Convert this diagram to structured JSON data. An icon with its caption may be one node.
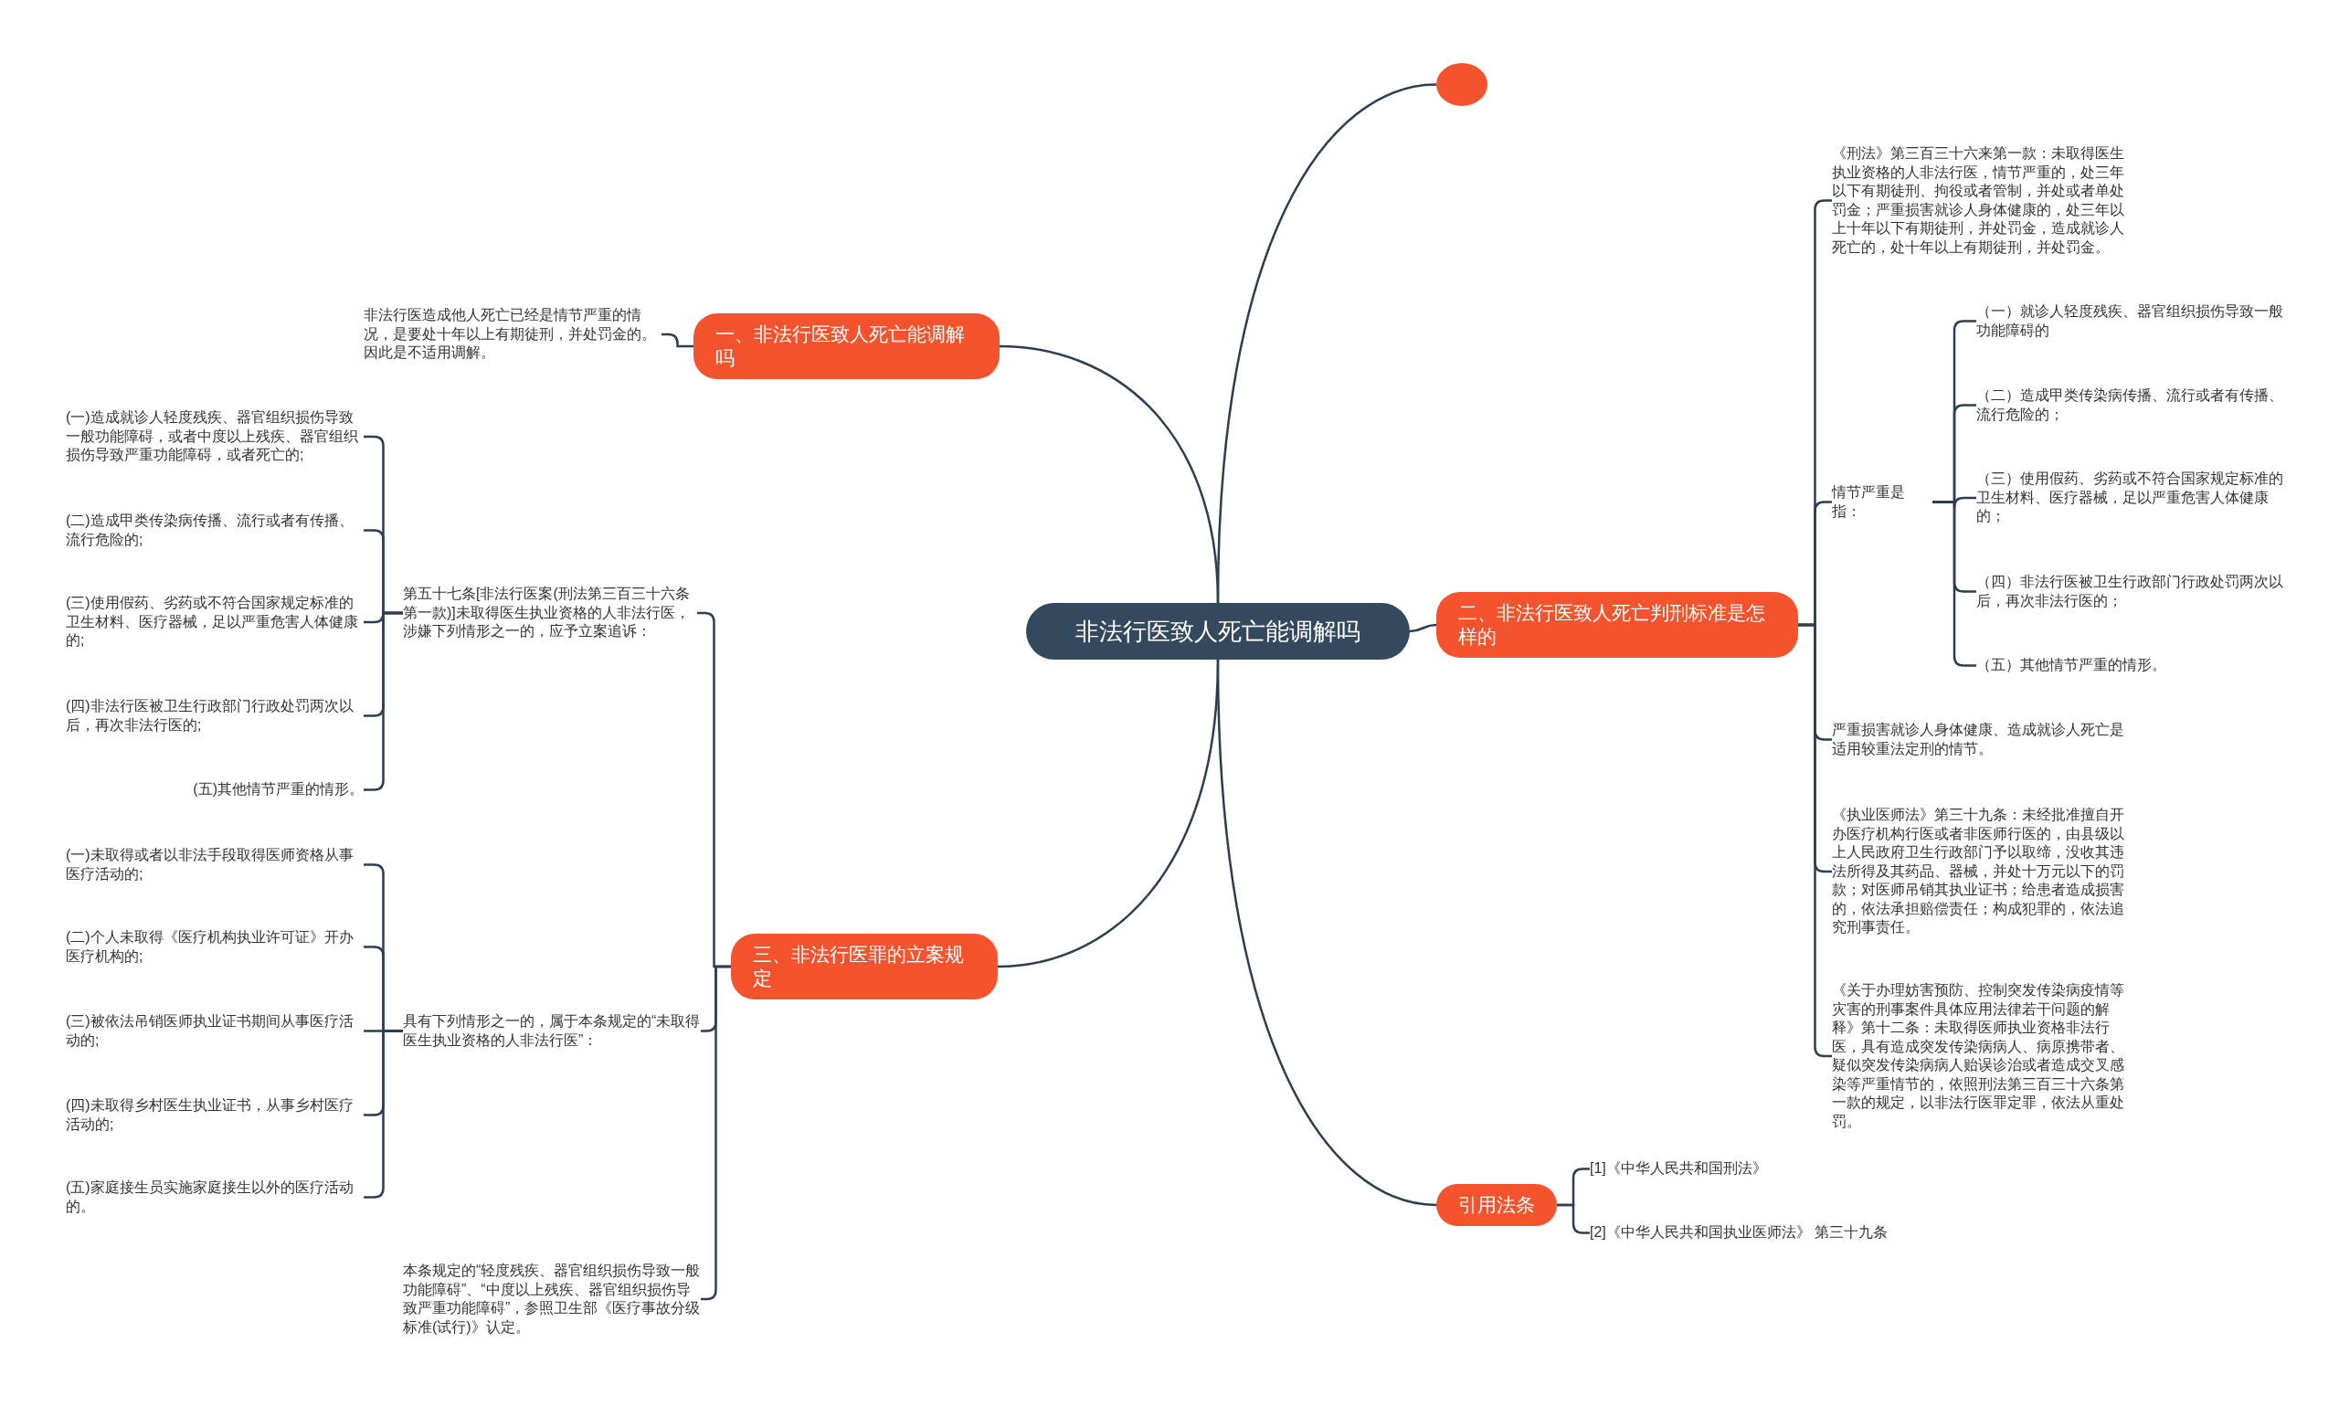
{
  "diagram": {
    "nodes": [
      {
        "text": [
          "非法行医致人死亡能调解吗"
        ]
      },
      {
        "text": [],
        "shape": "circle"
      },
      {
        "text": [
          "一、非法行医致人死亡能调解吗"
        ]
      },
      {
        "text": [
          "非法行医造成他人死亡已经是情节严重的情况，是要处十年以上有期徒刑，并处罚金的。因此是不适用调解。"
        ]
      },
      {
        "text": [
          "三、非法行医罪的立案规定"
        ]
      },
      {
        "text": [
          "第五十七条[非法行医案(刑法第三百三十六条第一款)]未取得医生执业资格的人非法行医，涉嫌下列情形之一的，应予立案追诉："
        ]
      },
      {
        "text": [
          "(一)造成就诊人轻度残疾、器官组织损伤导致一般功能障碍，或者中度以上残疾、器官组织损伤导致严重功能障碍，或者死亡的;"
        ]
      },
      {
        "text": [
          "(二)造成甲类传染病传播、流行或者有传播、流行危险的;"
        ]
      },
      {
        "text": [
          "(三)使用假药、劣药或不符合国家规定标准的卫生材料、医疗器械，足以严重危害人体健康的;"
        ]
      },
      {
        "text": [
          "(四)非法行医被卫生行政部门行政处罚两次以后，再次非法行医的;"
        ]
      },
      {
        "text": [
          "(五)其他情节严重的情形。"
        ]
      },
      {
        "text": [
          "具有下列情形之一的，属于本条规定的“未取得医生执业资格的人非法行医”："
        ]
      },
      {
        "text": [
          "(一)未取得或者以非法手段取得医师资格从事医疗活动的;"
        ]
      },
      {
        "text": [
          "(二)个人未取得《医疗机构执业许可证》开办医疗机构的;"
        ]
      },
      {
        "text": [
          "(三)被依法吊销医师执业证书期间从事医疗活动的;"
        ]
      },
      {
        "text": [
          "(四)未取得乡村医生执业证书，从事乡村医疗活动的;"
        ]
      },
      {
        "text": [
          "(五)家庭接生员实施家庭接生以外的医疗活动的。"
        ]
      },
      {
        "text": [
          "本条规定的“轻度残疾、器官组织损伤导致一般功能障碍”、“中度以上残疾、器官组织损伤导致严重功能障碍”，参照卫生部《医疗事故分级标准(试行)》认定。"
        ]
      },
      {
        "text": [
          "二、非法行医致人死亡判刑标准是怎样的"
        ]
      },
      {
        "text": [
          "《刑法》第三百三十六来第一款：未取得医生执业资格的人非法行医，情节严重的，处三年以下有期徒刑、拘役或者管制，并处或者单处罚金；严重损害就诊人身体健康的，处三年以上十年以下有期徒刑，并处罚金，造成就诊人死亡的，处十年以上有期徒刑，并处罚金。"
        ]
      },
      {
        "text": [
          "情节严重是指："
        ]
      },
      {
        "text": [
          "（一）就诊人轻度残疾、器官组织损伤导致一般功能障碍的"
        ]
      },
      {
        "text": [
          "（二）造成甲类传染病传播、流行或者有传播、流行危险的；"
        ]
      },
      {
        "text": [
          "（三）使用假药、劣药或不符合国家规定标准的卫生材料、医疗器械，足以严重危害人体健康的；"
        ]
      },
      {
        "text": [
          "（四）非法行医被卫生行政部门行政处罚两次以后，再次非法行医的；"
        ]
      },
      {
        "text": [
          "（五）其他情节严重的情形。"
        ]
      },
      {
        "text": [
          "严重损害就诊人身体健康、造成就诊人死亡是适用较重法定刑的情节。"
        ]
      },
      {
        "text": [
          "《执业医师法》第三十九条：未经批准擅自开办医疗机构行医或者非医师行医的，由县级以上人民政府卫生行政部门予以取缔，没收其违法所得及其药品、器械，并处十万元以下的罚款；对医师吊销其执业证书；给患者造成损害的，依法承担赔偿责任；构成犯罪的，依法追究刑事责任。"
        ]
      },
      {
        "text": [
          "《关于办理妨害预防、控制突发传染病疫情等灾害的刑事案件具体应用法律若干问题的解释》第十二条：未取得医师执业资格非法行医，具有造成突发传染病病人、病原携带者、疑似突发传染病病人贻误诊治或者造成交叉感染等严重情节的，依照刑法第三百三十六条第一款的规定，以非法行医罪定罪，依法从重处罚。"
        ]
      },
      {
        "text": [
          "引用法条"
        ]
      },
      {
        "text": [
          "[1]《中华人民共和国刑法》"
        ]
      },
      {
        "text": [
          "[2]《中华人民共和国执业医师法》 第三十九条"
        ]
      }
    ],
    "edges": [
      {
        "from": 0,
        "to": 1,
        "arrow": "none"
      },
      {
        "from": 0,
        "to": 2,
        "arrow": "none"
      },
      {
        "from": 2,
        "to": 3,
        "arrow": "none"
      },
      {
        "from": 0,
        "to": 4,
        "arrow": "none"
      },
      {
        "from": 4,
        "to": 5,
        "arrow": "none"
      },
      {
        "from": 5,
        "to": 6,
        "arrow": "none"
      },
      {
        "from": 5,
        "to": 7,
        "arrow": "none"
      },
      {
        "from": 5,
        "to": 8,
        "arrow": "none"
      },
      {
        "from": 5,
        "to": 9,
        "arrow": "none"
      },
      {
        "from": 5,
        "to": 10,
        "arrow": "none"
      },
      {
        "from": 4,
        "to": 11,
        "arrow": "none"
      },
      {
        "from": 11,
        "to": 12,
        "arrow": "none"
      },
      {
        "from": 11,
        "to": 13,
        "arrow": "none"
      },
      {
        "from": 11,
        "to": 14,
        "arrow": "none"
      },
      {
        "from": 11,
        "to": 15,
        "arrow": "none"
      },
      {
        "from": 11,
        "to": 16,
        "arrow": "none"
      },
      {
        "from": 4,
        "to": 17,
        "arrow": "none"
      },
      {
        "from": 0,
        "to": 18,
        "arrow": "none"
      },
      {
        "from": 18,
        "to": 19,
        "arrow": "none"
      },
      {
        "from": 18,
        "to": 20,
        "arrow": "none"
      },
      {
        "from": 20,
        "to": 21,
        "arrow": "none"
      },
      {
        "from": 20,
        "to": 22,
        "arrow": "none"
      },
      {
        "from": 20,
        "to": 23,
        "arrow": "none"
      },
      {
        "from": 20,
        "to": 24,
        "arrow": "none"
      },
      {
        "from": 20,
        "to": 25,
        "arrow": "none"
      },
      {
        "from": 18,
        "to": 26,
        "arrow": "none"
      },
      {
        "from": 18,
        "to": 27,
        "arrow": "none"
      },
      {
        "from": 18,
        "to": 28,
        "arrow": "none"
      },
      {
        "from": 0,
        "to": 29,
        "arrow": "none"
      },
      {
        "from": 29,
        "to": 30,
        "arrow": "none"
      },
      {
        "from": 29,
        "to": 31,
        "arrow": "none"
      }
    ]
  }
}
